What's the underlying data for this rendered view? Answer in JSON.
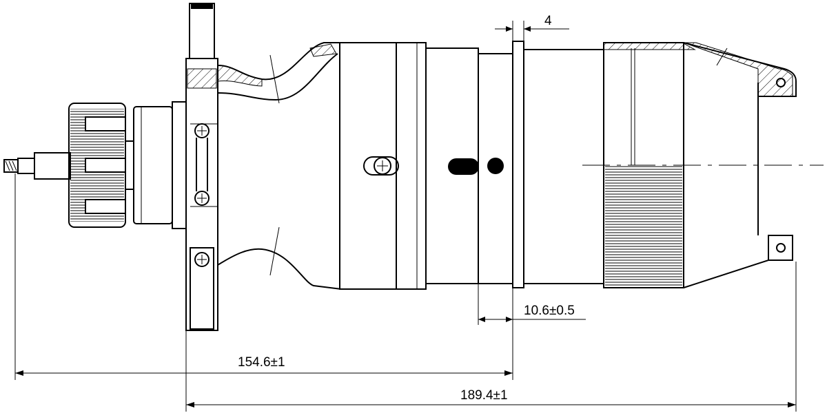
{
  "dimensions": {
    "gap_top": "4",
    "nut_width": "10.6±0.5",
    "length_a": "154.6±1",
    "length_b": "189.4±1"
  }
}
